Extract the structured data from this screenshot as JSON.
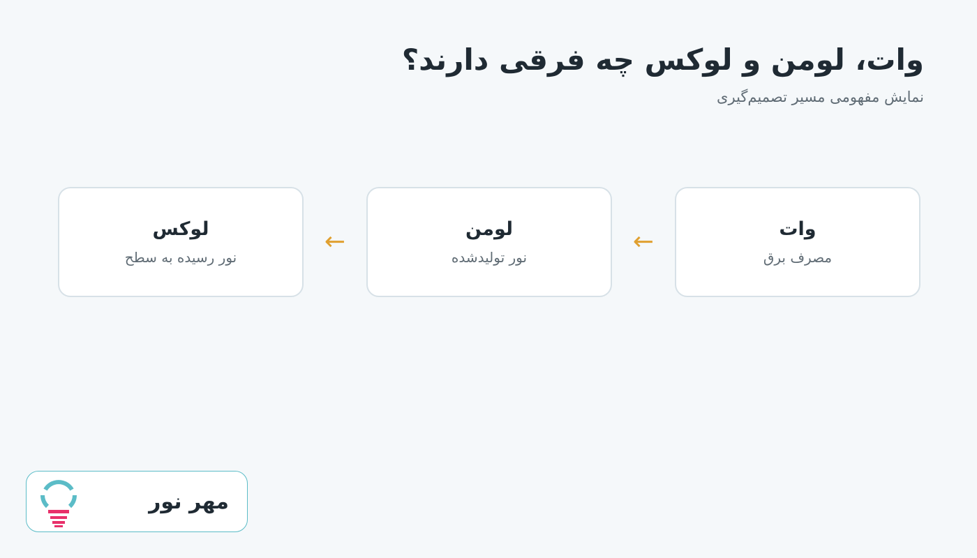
{
  "header": {
    "title": "وات، لومن و لوکس چه فرقی دارند؟",
    "subtitle": "نمایش مفهومی مسیر تصمیم‌گیری"
  },
  "flow": {
    "arrow_glyph": "←",
    "arrow_color": "#e0a030",
    "steps": [
      {
        "title": "وات",
        "desc": "مصرف برق"
      },
      {
        "title": "لومن",
        "desc": "نور تولیدشده"
      },
      {
        "title": "لوکس",
        "desc": "نور رسیده به سطح"
      }
    ]
  },
  "brand": {
    "name": "مهر نور",
    "logo_icon": "lightbulb-logo-icon",
    "colors": {
      "ring": "#5bbcc7",
      "base": "#e8306a"
    }
  }
}
